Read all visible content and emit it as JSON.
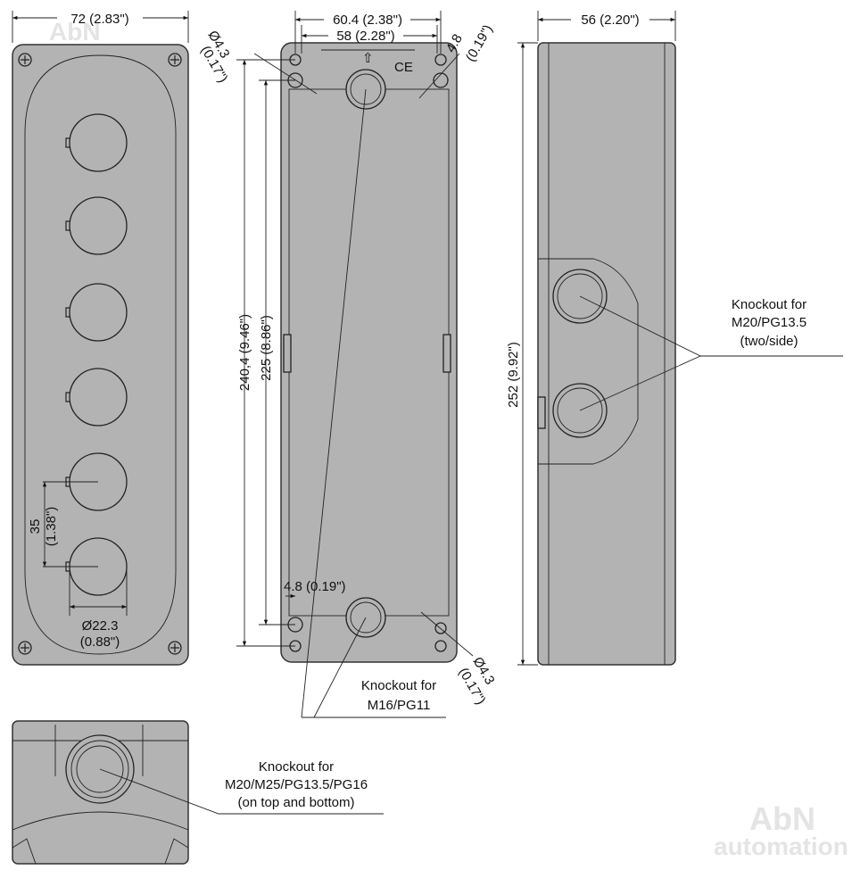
{
  "dims": {
    "front_width": "72 (2.83\")",
    "front_pitch_mm": "35",
    "front_pitch_in": "(1.38\")",
    "front_hole_mm": "Ø22.3",
    "front_hole_in": "(0.88\")",
    "back_outer_width": "60.4 (2.38\")",
    "back_inner_width": "58 (2.28\")",
    "back_hole_tl_mm": "Ø4.3",
    "back_hole_tl_in": "(0.17\")",
    "back_slot_tr_mm": "4.8",
    "back_slot_tr_in": "(0.19\")",
    "back_height_outer": "240,4 (9.46\")",
    "back_height_inner": "225 (8.86\")",
    "back_slot_bl": "4.8 (0.19\")",
    "back_hole_br_mm": "Ø4.3",
    "back_hole_br_in": "(0.17\")",
    "side_width": "56 (2.20\")",
    "side_height": "252 (9.92\")"
  },
  "callouts": {
    "side_knockout": [
      "Knockout for",
      "M20/PG13.5",
      "(two/side)"
    ],
    "back_knockout": [
      "Knockout for",
      "M16/PG11"
    ],
    "bottom_knockout": [
      "Knockout for",
      "M20/M25/PG13.5/PG16",
      "(on top and bottom)"
    ]
  },
  "marks": {
    "ce": "CE"
  },
  "watermark": {
    "line1": "AbN",
    "line2": "automation"
  }
}
